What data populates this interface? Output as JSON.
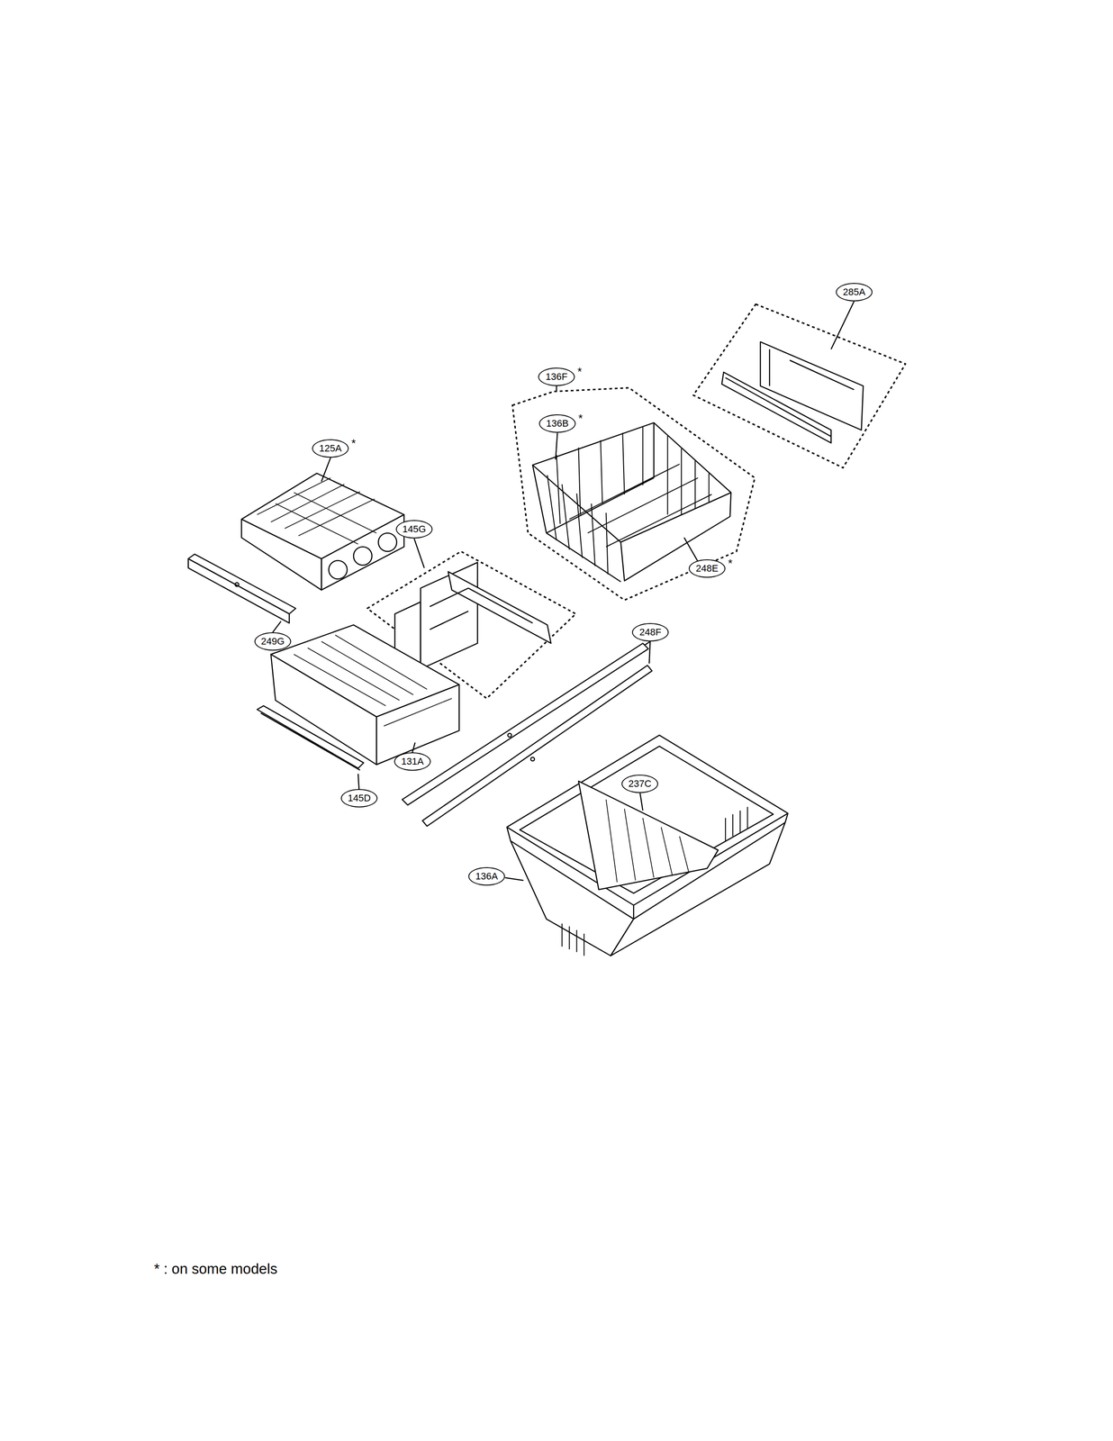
{
  "diagram": {
    "nodes": [
      {
        "text": [
          "285A"
        ]
      },
      {
        "text": [
          "136F",
          "*"
        ]
      },
      {
        "text": [
          "136B",
          "*"
        ]
      },
      {
        "text": [
          "125A",
          "*"
        ]
      },
      {
        "text": [
          "145G"
        ]
      },
      {
        "text": [
          "248E",
          "*"
        ]
      },
      {
        "text": [
          "248F"
        ]
      },
      {
        "text": [
          "249G"
        ]
      },
      {
        "text": [
          "131A"
        ]
      },
      {
        "text": [
          "237C"
        ]
      },
      {
        "text": [
          "145D"
        ]
      },
      {
        "text": [
          "136A"
        ]
      }
    ],
    "labels": [
      "* : on some models"
    ]
  }
}
